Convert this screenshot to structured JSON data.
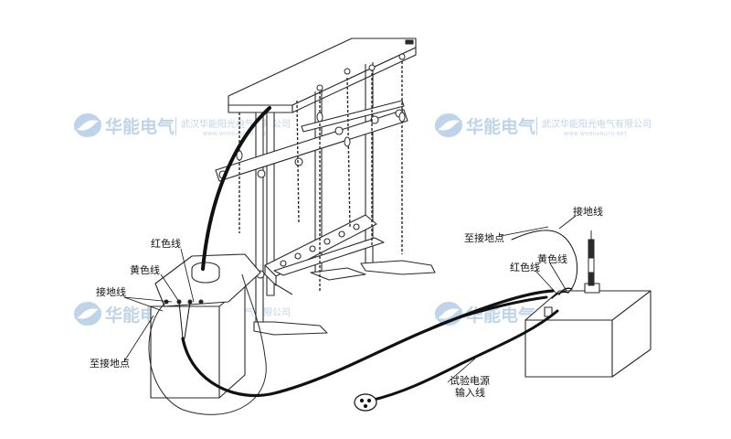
{
  "watermark": {
    "logo_text": "华能电气",
    "company": "武汉华能阳光电气有限公司",
    "domain": "WWW.WHHUANGYU.NET",
    "color": "#b4cde4"
  },
  "labels": {
    "left_red_wire": "红色线",
    "left_yellow_wire": "黄色线",
    "left_ground_wire": "接地线",
    "left_ground_point": "至接地点",
    "right_ground_wire": "接地线",
    "right_ground_point": "至接地点",
    "right_yellow_wire": "黄色线",
    "right_red_wire": "红色线",
    "power_input_line1": "试验电源",
    "power_input_line2": "输入线"
  },
  "colors": {
    "line": "#2a2a2a",
    "cable": "#111111"
  }
}
